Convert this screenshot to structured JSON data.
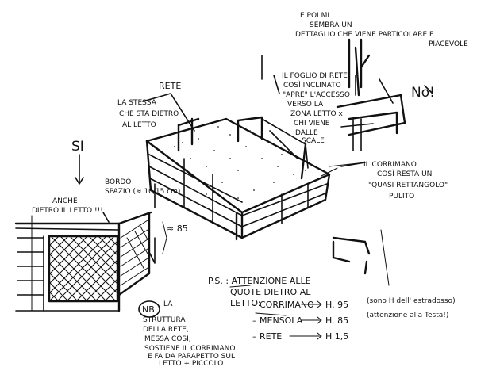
{
  "notes": {
    "top_right": [
      "E POI MI",
      "SEMBRA UN",
      "DETTAGLIO CHE VIENE PARTICOLARE E",
      "PIACEVOLE"
    ],
    "rete_label": "RETE",
    "la_stessa": [
      "LA STESSA",
      "CHE STA DIETRO",
      "AL LETTO"
    ],
    "foglio": [
      "IL FOGLIO DI RETE",
      "COSÌ INCLINATO",
      "\"APRE\" L'ACCESSO",
      "VERSO LA",
      "ZONA LETTO x",
      "CHI VIENE",
      "DALLE",
      "SCALE"
    ],
    "no_label": "No!",
    "si_label": "SI",
    "corrimano_note": [
      "IL CORRIMANO",
      "COSÌ RESTA UN",
      "\"QUASI RETTANGOLO\"",
      "PULITO"
    ],
    "spazio": [
      "BORDO",
      "SPAZIO (≈ 10/15 cm)"
    ],
    "anche": [
      "ANCHE",
      "DIETRO IL LETTO !!!"
    ],
    "h85": "≈ 85",
    "ps": [
      "P.S. : ATTENZIONE ALLE",
      "QUOTE DIETRO AL",
      "LETTO:"
    ],
    "quote_rows": [
      {
        "label": "– CORRIMANO",
        "value": "H. 95"
      },
      {
        "label": "– MENSOLA",
        "value": "H. 85"
      },
      {
        "label": "– RETE",
        "value": "H 1,5"
      }
    ],
    "quote_side": [
      "(sono H dell' estradosso)",
      "(attenzione alla Testa!)"
    ],
    "nb_badge": "NB",
    "nb_text": [
      "LA",
      "STRUTTURA",
      "DELLA RETE,",
      "MESSA COSÌ,",
      "SOSTIENE IL CORRIMANO",
      "E FA DA PARAPETTO SUL",
      "LETTO + PICCOLO"
    ]
  }
}
